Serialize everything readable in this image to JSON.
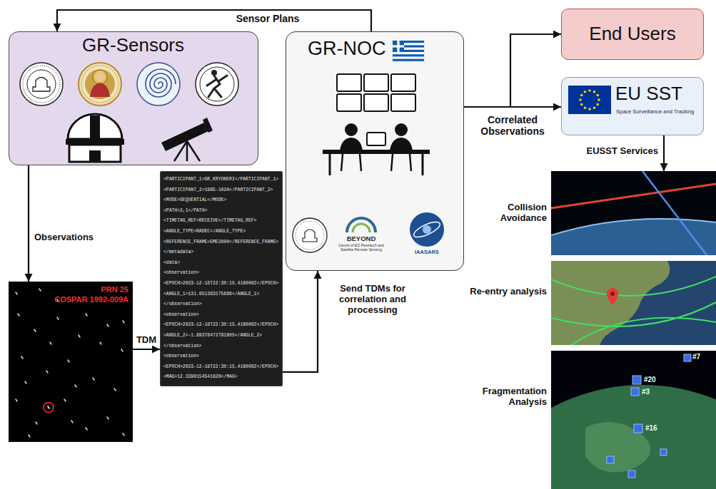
{
  "diagram": {
    "nodes": [
      {
        "text": [
          "GR-Sensors"
        ]
      },
      {
        "text": [
          "GR-NOC"
        ]
      },
      {
        "text": [
          "End Users"
        ]
      },
      {
        "text": [
          "EU SST",
          "Space Surveillance and Tracking"
        ]
      },
      {
        "text": [
          "PRN 25",
          "COSPAR 1992-009A"
        ]
      },
      {
        "text": [
          "<PARTICIPANT_1>GR_KRYONERI</PARTICIPANT_1>",
          "<PARTICIPANT_2>1985-102A</PARTICIPANT_2>",
          "<MODE>SEQUENTIAL</MODE>",
          "<PATH>2,1</PATH>",
          "<TIMETAG_REF>RECEIVE</TIMETAG_REF>",
          "<ANGLE_TYPE>RADEC</ANGLE_TYPE>",
          "<REFERENCE_FRAME>EME2000</REFERENCE_FRAME>",
          "</metadata>",
          "<data>",
          "<observation>",
          "<EPOCH>2023-12-18T22:30:15.419000Z</EPOCH>",
          "<ANGLE_1>131.651363175686</ANGLE_1>",
          "</observation>",
          "<observation>",
          "<EPOCH>2023-12-18T22:30:15.419000Z</EPOCH>",
          "<ANGLE_2>-1.89378472791805</ANGLE_2>",
          "</observation>",
          "<observation>",
          "<EPOCH>2023-12-18T22:30:15.419000Z</EPOCH>",
          "<MAG>12.3390154541828</MAG>"
        ]
      },
      {
        "text": [
          "Collision Avoidance"
        ]
      },
      {
        "text": [
          "Re-entry analysis"
        ]
      },
      {
        "text": [
          "Fragmentation Analysis",
          "#7",
          "#20",
          "#3",
          "#16"
        ]
      }
    ],
    "edges": [
      {
        "from": 1,
        "to": 0,
        "label": "Sensor Plans",
        "arrow": "to"
      },
      {
        "from": 0,
        "to": 4,
        "label": "Observations",
        "arrow": "to"
      },
      {
        "from": 4,
        "to": 5,
        "label": "TDM",
        "arrow": "to"
      },
      {
        "from": 5,
        "to": 1,
        "label": "Send TDMs for correlation and processing",
        "arrow": "to"
      },
      {
        "from": 1,
        "to": 2,
        "arrow": "to"
      },
      {
        "from": 1,
        "to": 3,
        "label": "Correlated Observations",
        "arrow": "to"
      },
      {
        "from": 3,
        "to": 6,
        "label": "EUSST Services",
        "arrow": "to"
      }
    ],
    "labels": [
      "BEYOND",
      "Centre of EO Research and Satellite Remote Sensing",
      "IAASARS"
    ]
  }
}
